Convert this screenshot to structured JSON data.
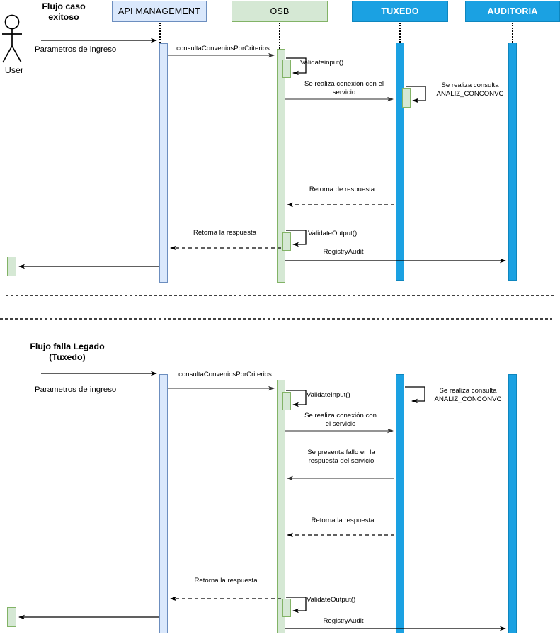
{
  "diagram": {
    "type": "uml-sequence-diagram",
    "actor": {
      "label": "User"
    },
    "lifelines": [
      {
        "id": "apim",
        "label": "API MANAGEMENT",
        "style": "light-blue",
        "color": "#DAE8FC",
        "border": "#6C8EBF"
      },
      {
        "id": "osb",
        "label": "OSB",
        "style": "light-green",
        "color": "#D5E8D4",
        "border": "#82B366"
      },
      {
        "id": "tuxedo",
        "label": "TUXEDO",
        "style": "blue",
        "color": "#1BA1E2",
        "border": "#0E86BE"
      },
      {
        "id": "auditoria",
        "label": "AUDITORIA",
        "style": "blue",
        "color": "#1BA1E2",
        "border": "#0E86BE"
      }
    ],
    "flows": [
      {
        "id": "flujo-exitoso",
        "title": "Flujo caso\nexitoso",
        "messages": [
          {
            "n": 1,
            "label": "Parametros de ingreso",
            "from": "user",
            "to": "apim",
            "kind": "solid"
          },
          {
            "n": 2,
            "label": "consultaConveniosPorCriterios",
            "from": "apim",
            "to": "osb",
            "kind": "solid"
          },
          {
            "n": 3,
            "label": "Validateinput()",
            "from": "osb",
            "to": "osb",
            "kind": "self"
          },
          {
            "n": 4,
            "label": "Se realiza conexión con el\nservicio",
            "from": "osb",
            "to": "tuxedo",
            "kind": "solid"
          },
          {
            "n": 5,
            "label": "Se realiza consulta\nANALIZ_CONCONVC",
            "from": "tuxedo",
            "to": "tuxedo",
            "kind": "self"
          },
          {
            "n": 6,
            "label": "Retorna de respuesta",
            "from": "tuxedo",
            "to": "osb",
            "kind": "dashed"
          },
          {
            "n": 7,
            "label": "ValidateOutput()",
            "from": "osb",
            "to": "osb",
            "kind": "self"
          },
          {
            "n": 8,
            "label": "Retorna la respuesta",
            "from": "osb",
            "to": "apim",
            "kind": "dashed"
          },
          {
            "n": 9,
            "label": "RegistryAudit",
            "from": "osb",
            "to": "auditoria",
            "kind": "solid"
          },
          {
            "n": 10,
            "label": "",
            "from": "apim",
            "to": "user",
            "kind": "solid"
          }
        ]
      },
      {
        "id": "flujo-falla-legado",
        "title": "Flujo falla Legado\n(Tuxedo)",
        "messages": [
          {
            "n": 1,
            "label": "Parametros de ingreso",
            "from": "user",
            "to": "apim",
            "kind": "solid"
          },
          {
            "n": 2,
            "label": "consultaConveniosPorCriterios",
            "from": "apim",
            "to": "osb",
            "kind": "solid"
          },
          {
            "n": 3,
            "label": "ValidateInput()",
            "from": "osb",
            "to": "osb",
            "kind": "self"
          },
          {
            "n": 4,
            "label": "Se realiza conexión con\nel servicio",
            "from": "osb",
            "to": "tuxedo",
            "kind": "solid"
          },
          {
            "n": 5,
            "label": "Se realiza consulta\nANALIZ_CONCONVC",
            "from": "tuxedo",
            "to": "tuxedo",
            "kind": "self"
          },
          {
            "n": 6,
            "label": "Se presenta fallo en la\nrespuesta del servicio",
            "from": "tuxedo",
            "to": "osb",
            "kind": "solid"
          },
          {
            "n": 7,
            "label": "Retorna la respuesta",
            "from": "tuxedo",
            "to": "osb",
            "kind": "dashed"
          },
          {
            "n": 8,
            "label": "Retorna la respuesta",
            "from": "osb",
            "to": "apim",
            "kind": "dashed"
          },
          {
            "n": 9,
            "label": "ValidateOutput()",
            "from": "osb",
            "to": "osb",
            "kind": "self"
          },
          {
            "n": 10,
            "label": "RegistryAudit",
            "from": "osb",
            "to": "auditoria",
            "kind": "solid"
          },
          {
            "n": 11,
            "label": "",
            "from": "apim",
            "to": "user",
            "kind": "solid"
          }
        ]
      }
    ]
  }
}
